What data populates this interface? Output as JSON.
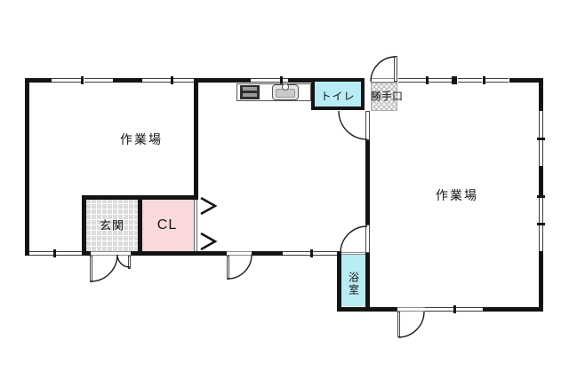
{
  "plan": {
    "type": "floor-plan",
    "labels": {
      "workspace_left": "作業場",
      "workspace_right": "作業場",
      "entrance": "玄関",
      "closet": "CL",
      "toilet": "トイレ",
      "back_door": "勝手口",
      "bathroom": "浴室"
    },
    "fixtures": [
      {
        "name": "gas-stove-icon"
      },
      {
        "name": "kitchen-sink-icon"
      }
    ],
    "colors": {
      "wall": "#141414",
      "wet_fill": "#b9ecf4",
      "closet_fill": "#f9d9da",
      "entrance_tile": "#dcdcdc",
      "hatch_line": "#bbbbbb"
    }
  }
}
